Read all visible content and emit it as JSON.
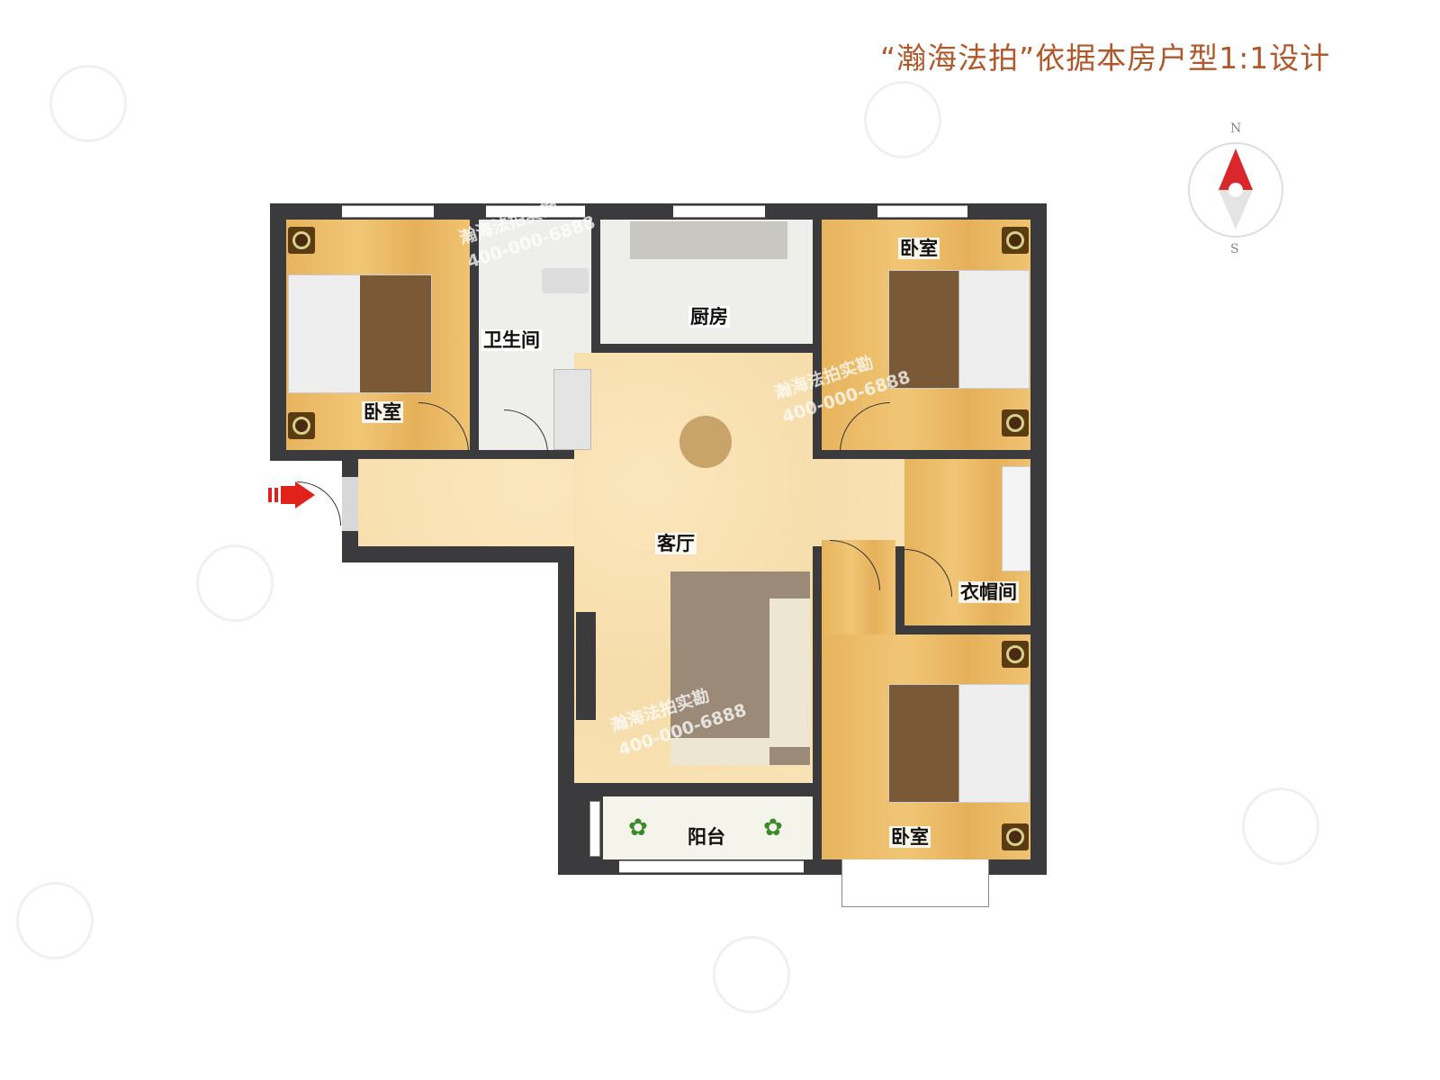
{
  "title": "“瀚海法拍”依据本房户型1:1设计",
  "compass": {
    "north": "N",
    "south": "S",
    "needle_color": "#d9282b"
  },
  "rooms": {
    "bedroom_nw": "卧室",
    "bathroom": "卫生间",
    "kitchen": "厨房",
    "bedroom_ne": "卧室",
    "living": "客厅",
    "closet": "衣帽间",
    "bedroom_se": "卧室",
    "balcony": "阳台"
  },
  "watermark": {
    "brand": "瀚海法拍实勘",
    "phone": "400-000-6888"
  },
  "colors": {
    "wall": "#3b3a3d",
    "title": "#b0582a",
    "entry_arrow": "#e0221b"
  }
}
